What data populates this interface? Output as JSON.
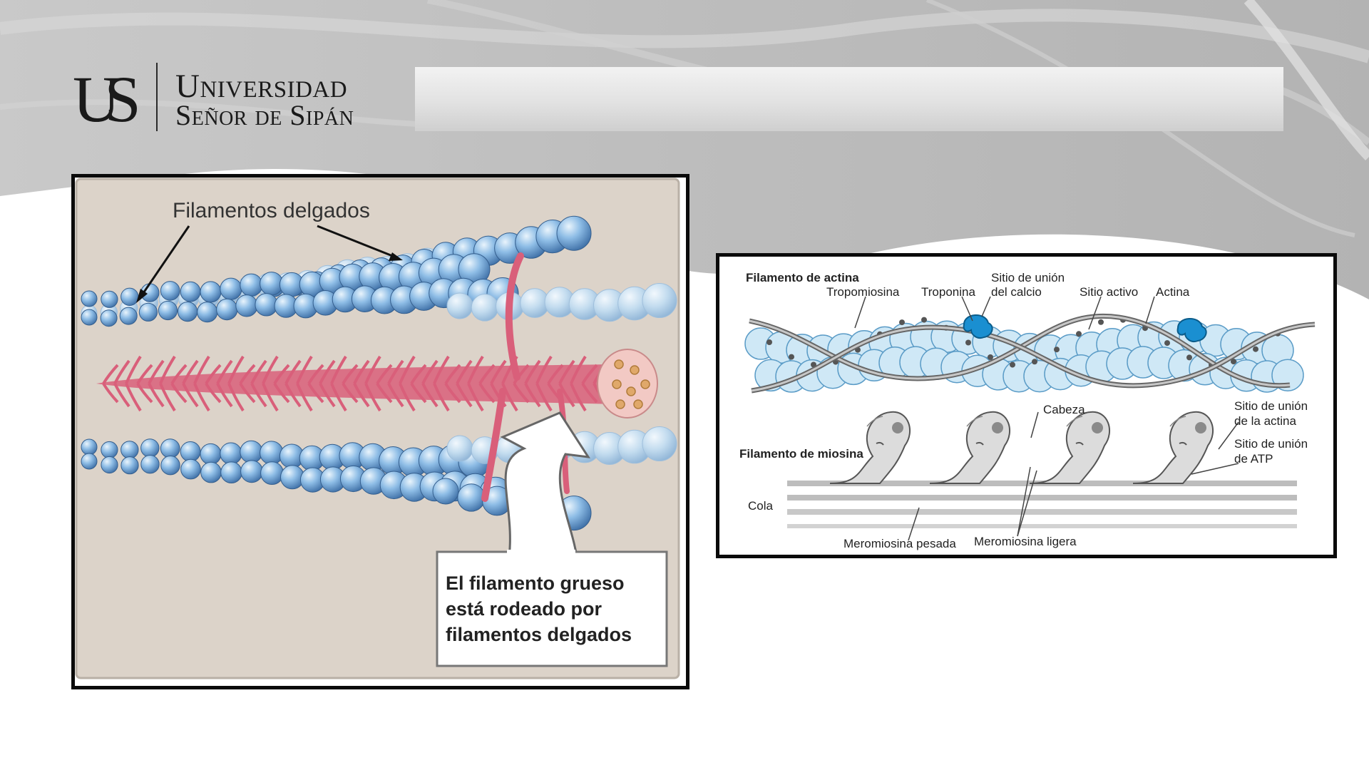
{
  "logo": {
    "mark": "US",
    "line1": "Universidad",
    "line2": "Señor de Sipán"
  },
  "left_figure": {
    "label_thin": "Filamentos delgados",
    "callout": [
      "El filamento grueso",
      "está rodeado por",
      "filamentos delgados"
    ]
  },
  "right_figure": {
    "labels": {
      "actin_filament": "Filamento de actina",
      "tropomyosin": "Tropomiosina",
      "troponin": "Troponina",
      "calcium_site_1": "Sitio de unión",
      "calcium_site_2": "del calcio",
      "active_site": "Sitio activo",
      "actin": "Actina",
      "head": "Cabeza",
      "actin_binding_1": "Sitio de unión",
      "actin_binding_2": "de la actina",
      "myosin_filament": "Filamento de miosina",
      "atp_site_1": "Sitio de unión",
      "atp_site_2": "de ATP",
      "tail": "Cola",
      "heavy_meromyosin": "Meromiosina pesada",
      "light_meromyosin": "Meromiosina ligera"
    }
  },
  "colors": {
    "actin_blue": "#6fa3d6",
    "myosin_pink": "#d95f7a",
    "troponin_blue": "#1a8fd1",
    "panel_beige": "#dcd3c9"
  }
}
